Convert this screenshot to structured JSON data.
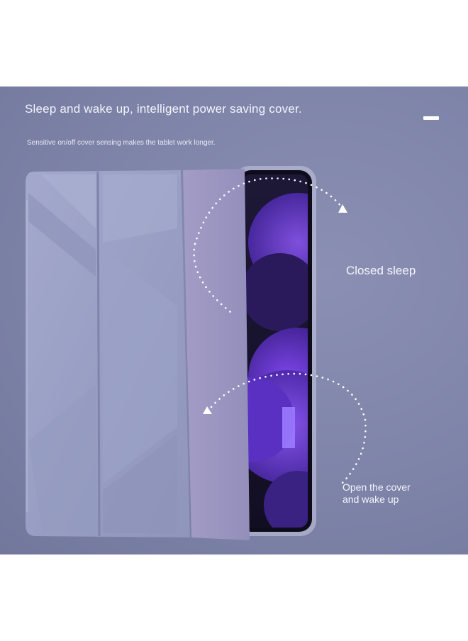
{
  "banner": {
    "headline": "Sleep and wake up, intelligent power saving cover.",
    "subline": "Sensitive on/off cover sensing makes the tablet work longer."
  },
  "callouts": {
    "closed_label": "Closed sleep",
    "open_label_line1": "Open the cover",
    "open_label_line2": "and wake up"
  },
  "icons": {
    "arrow_closed": "triangle-up-icon",
    "arrow_open": "triangle-up-icon",
    "corner_mark": "dash-icon"
  },
  "colors": {
    "background": "#7e83a8",
    "cover": "#9aa0c6",
    "cover_flap": "#a59fc8",
    "screen": "#1a1430",
    "wallpaper_purple": "#6c3fd6",
    "text": "#f4f4fb"
  }
}
